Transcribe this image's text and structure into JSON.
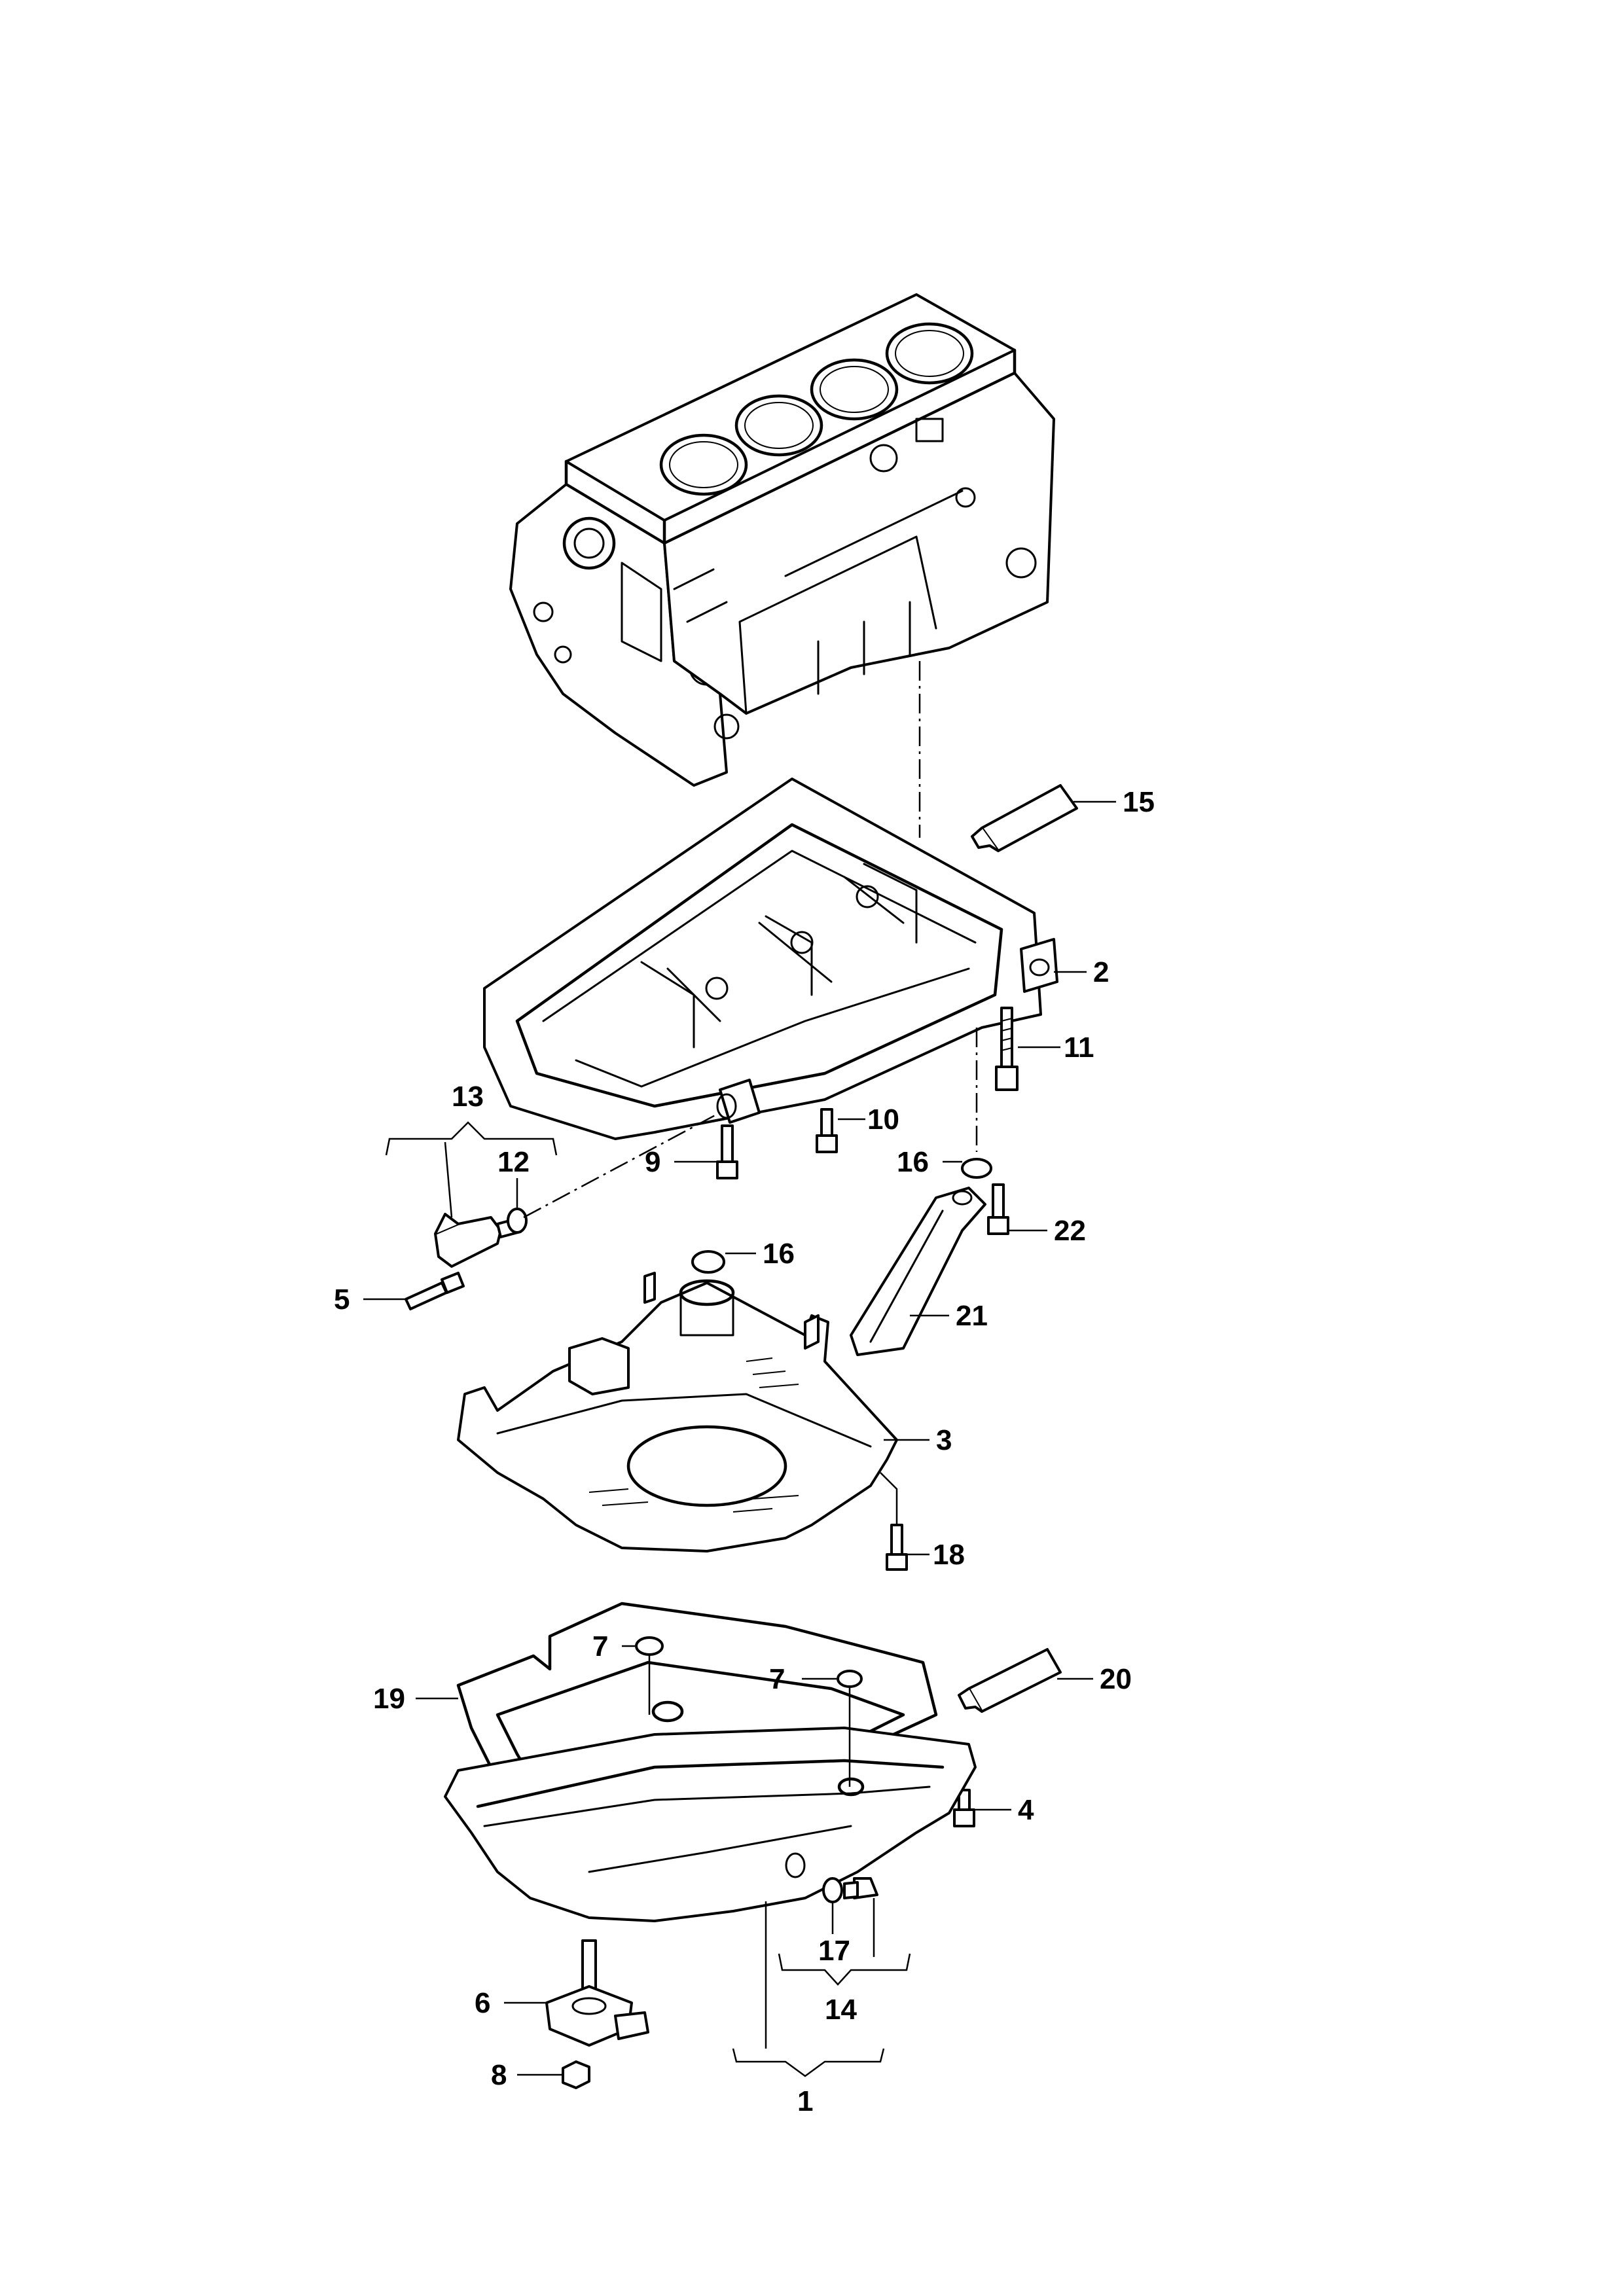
{
  "diagram": {
    "callouts": {
      "c1": "1",
      "c2": "2",
      "c3": "3",
      "c4": "4",
      "c5": "5",
      "c6": "6",
      "c7a": "7",
      "c7b": "7",
      "c8": "8",
      "c9": "9",
      "c10": "10",
      "c11": "11",
      "c12": "12",
      "c13": "13",
      "c14": "14",
      "c15": "15",
      "c16a": "16",
      "c16b": "16",
      "c17": "17",
      "c18": "18",
      "c19": "19",
      "c20": "20",
      "c21": "21",
      "c22": "22"
    }
  }
}
